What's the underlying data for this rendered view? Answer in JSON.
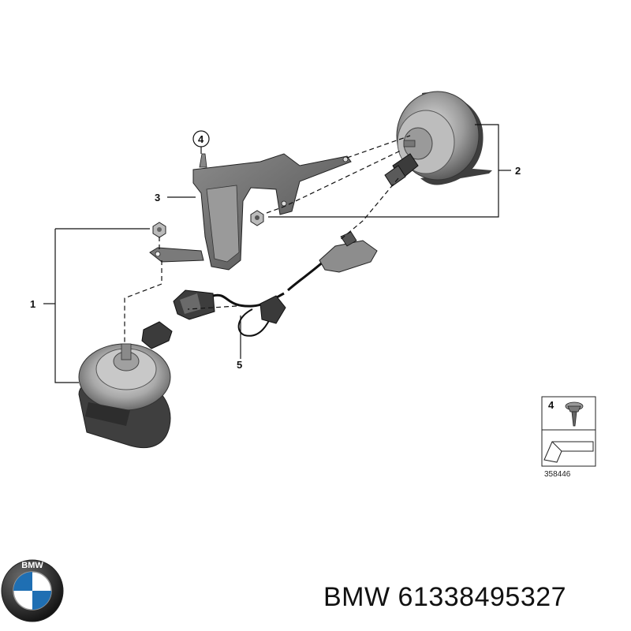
{
  "callouts": {
    "c1": "1",
    "c2": "2",
    "c3": "3",
    "c4": "4",
    "c5": "5"
  },
  "inset": {
    "label": "4",
    "code": "358446"
  },
  "logo": {
    "text": "BMW"
  },
  "caption": {
    "brand": "BMW",
    "part_number": "61338495327"
  },
  "colors": {
    "line": "#111111",
    "horn_light": "#c9c9c9",
    "horn_dark": "#4a4a4a",
    "bracket": "#6a6a6a",
    "logo_blue": "#1f6fb3"
  }
}
